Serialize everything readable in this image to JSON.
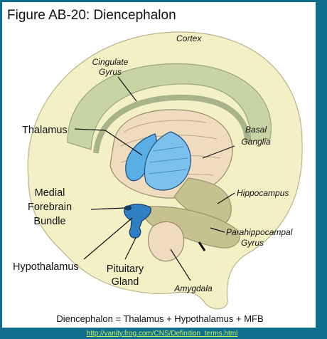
{
  "title": "Figure AB-20: Diencephalon",
  "labels": {
    "cortex": "Cortex",
    "cingulate_1": "Cingulate",
    "cingulate_2": "Gyrus",
    "thalamus": "Thalamus",
    "basal_1": "Basal",
    "basal_2": "Ganglia",
    "mfb_1": "Medial",
    "mfb_2": "Forebrain",
    "mfb_3": "Bundle",
    "hippocampus": "Hippocampus",
    "parahippo_1": "Parahippocampal",
    "parahippo_2": "Gyrus",
    "hypothalamus": "Hypothalamus",
    "pituitary_1": "Pituitary",
    "pituitary_2": "Gland",
    "amygdala": "Amygdala"
  },
  "caption": "Diencephalon = Thalamus + Hypothalamus + MFB",
  "source_url": "http://vanity.frog.com/CNS/Definition_terms.html",
  "colors": {
    "slide_background": "#0f6e8c",
    "cortex": "#f4f0c6",
    "cingulate": "#c9d4a4",
    "limbic_olive": "#c6c28f",
    "basal_ganglia": "#efdcbf",
    "thalamus": "#5aaee6",
    "hypothalamus": "#2f7fc3",
    "source_link": "#c7f06a"
  }
}
